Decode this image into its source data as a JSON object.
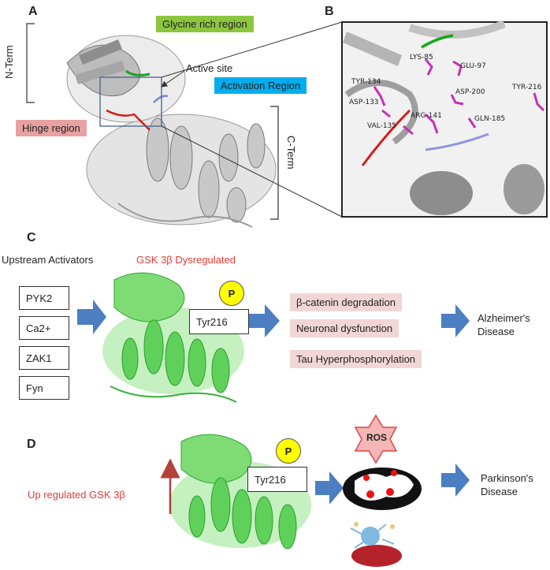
{
  "panelA": {
    "letter": "A",
    "n_term": "N-Term",
    "c_term": "C-Term",
    "glycine": "Glycine rich region",
    "active_site": "Active site",
    "activation": "Activation Region",
    "hinge": "Hinge region",
    "colors": {
      "glycine_bg": "#8cc63f",
      "activation_bg": "#00aeef",
      "hinge_bg": "#e8a1a1"
    }
  },
  "panelB": {
    "letter": "B",
    "residues": [
      "LYS-85",
      "GLU-97",
      "TYR-134",
      "ASP-200",
      "TYR-216",
      "ASP-133",
      "ARG-141",
      "GLN-185",
      "VAL-135"
    ]
  },
  "panelC": {
    "letter": "C",
    "upstream_title": "Upstream Activators",
    "activators": [
      "PYK2",
      "Ca2+",
      "ZAK1",
      "Fyn"
    ],
    "dysregulated": "GSK 3β Dysregulated",
    "phospho": "P",
    "tyr": "Tyr216",
    "effects": [
      "β-catenin degradation",
      "Neuronal dysfunction",
      "Tau Hyperphosphorylation"
    ],
    "disease": "Alzheimer's Disease"
  },
  "panelD": {
    "letter": "D",
    "upregulated": "Up regulated GSK 3β",
    "phospho": "P",
    "tyr": "Tyr216",
    "ros": "ROS",
    "disease": "Parkinson's Disease"
  }
}
